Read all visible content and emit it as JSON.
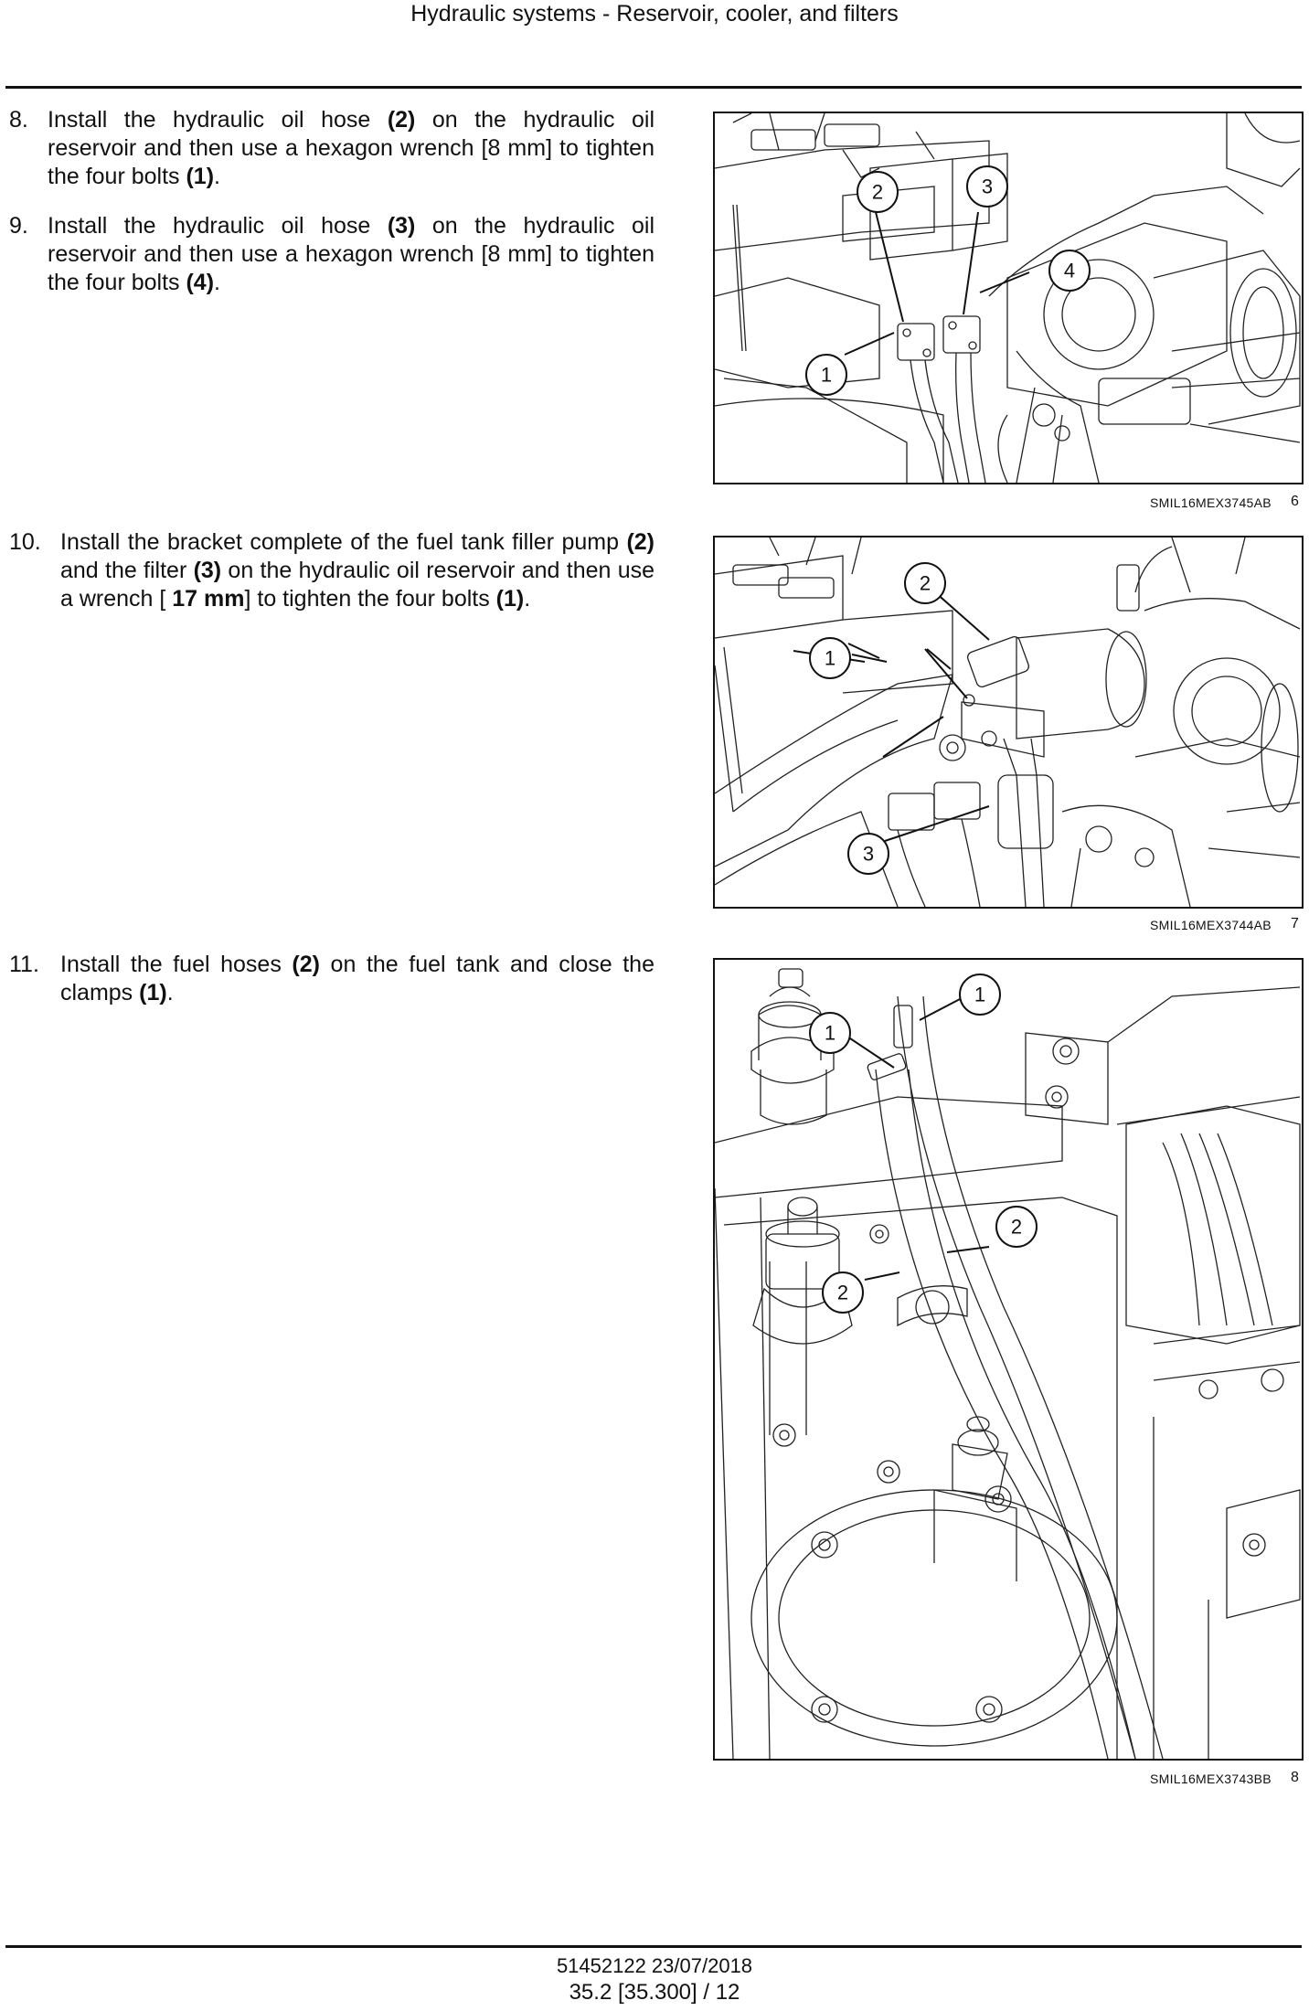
{
  "header": {
    "title": "Hydraulic systems - Reservoir, cooler, and filters"
  },
  "steps": [
    {
      "num": "8.",
      "parts": [
        "Install the hydraulic oil hose ",
        "(2)",
        " on the hydraulic oil reservoir and then use a hexagon wrench [8 mm] to tighten the four bolts ",
        "(1)",
        "."
      ]
    },
    {
      "num": "9.",
      "parts": [
        "Install the hydraulic oil hose ",
        "(3)",
        " on the hydraulic oil reservoir and then use a hexagon wrench [8 mm] to tighten the four bolts ",
        "(4)",
        "."
      ]
    },
    {
      "num": "10.",
      "parts": [
        "Install the bracket complete of the fuel tank filler pump ",
        "(2)",
        " and the filter ",
        "(3)",
        " on the hydraulic oil reservoir and then use a wrench [ ",
        "17 mm",
        "] to tighten the four bolts ",
        "(1)",
        "."
      ]
    },
    {
      "num": "11.",
      "parts": [
        "Install the fuel hoses ",
        "(2)",
        " on the fuel tank and close the clamps ",
        "(1)",
        "."
      ]
    }
  ],
  "figures": [
    {
      "code": "SMIL16MEX3745AB",
      "number": "6",
      "callouts": [
        "2",
        "3",
        "4",
        "1"
      ]
    },
    {
      "code": "SMIL16MEX3744AB",
      "number": "7",
      "callouts": [
        "2",
        "1",
        "3"
      ]
    },
    {
      "code": "SMIL16MEX3743BB",
      "number": "8",
      "callouts": [
        "1",
        "1",
        "2",
        "2"
      ]
    }
  ],
  "footer": {
    "doc": "51452122 23/07/2018",
    "page": "35.2 [35.300] / 12"
  }
}
